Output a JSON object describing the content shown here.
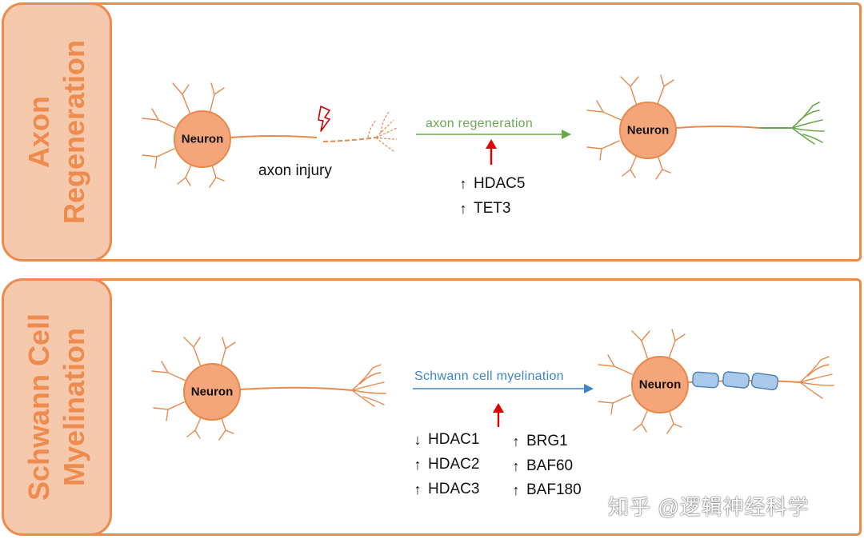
{
  "panels": {
    "top": {
      "side_line1": "Axon",
      "side_line2": "Regeneration",
      "neuron_left": "Neuron",
      "neuron_right": "Neuron",
      "injury_label": "axon injury",
      "process_label": "axon regeneration",
      "genes": [
        {
          "direction": "up",
          "name": "HDAC5"
        },
        {
          "direction": "up",
          "name": "TET3"
        }
      ]
    },
    "bottom": {
      "side_line1": "Schwann Cell",
      "side_line2": "Myelination",
      "neuron_left": "Neuron",
      "neuron_right": "Neuron",
      "process_label": "Schwann cell myelination",
      "genes_left": [
        {
          "direction": "down",
          "name": "HDAC1"
        },
        {
          "direction": "up",
          "name": "HDAC2"
        },
        {
          "direction": "up",
          "name": "HDAC3"
        }
      ],
      "genes_right": [
        {
          "direction": "up",
          "name": "BRG1"
        },
        {
          "direction": "up",
          "name": "BAF60"
        },
        {
          "direction": "up",
          "name": "BAF180"
        }
      ]
    }
  },
  "watermark": "知乎 @逻辑神经科学",
  "colors": {
    "panel_border": "#ed8a4e",
    "side_fill": "#f6c9ac",
    "neuron_fill": "#f4a57a",
    "regeneration_arrow": "#6aa84f",
    "myelination_arrow": "#3d85c6",
    "myelin_fill": "#a9c9ea",
    "stimulus_arrow": "#e00000"
  }
}
